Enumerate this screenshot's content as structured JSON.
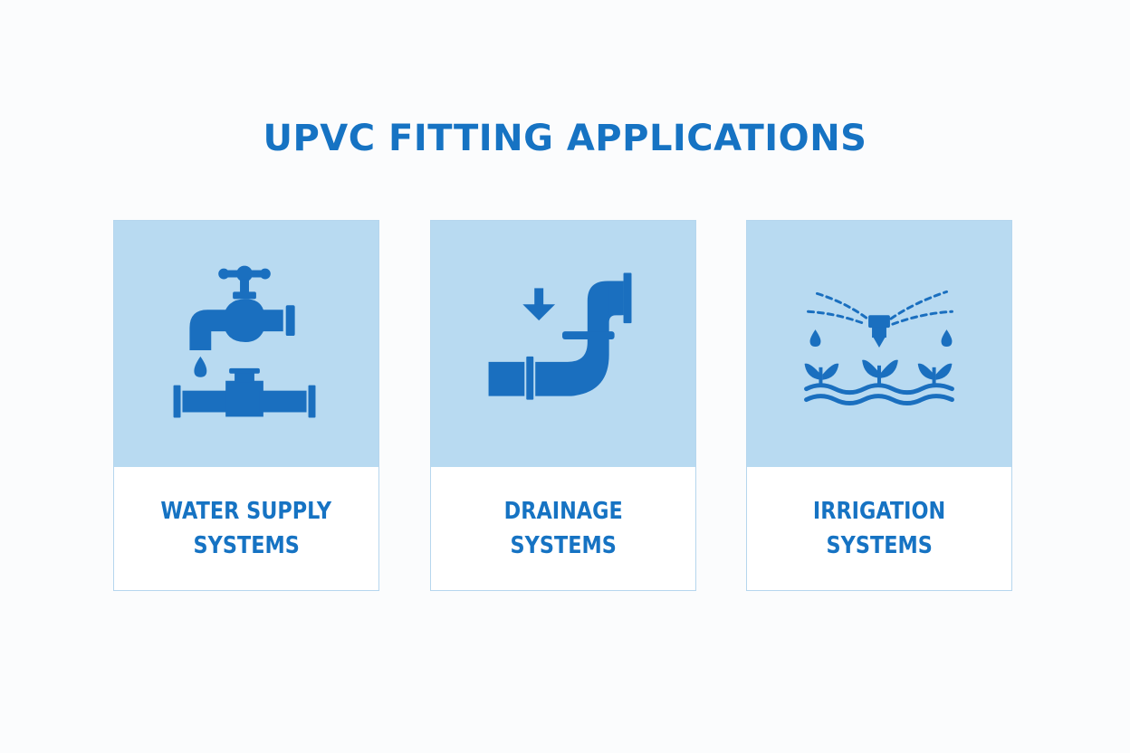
{
  "title": "UPVC FITTING APPLICATIONS",
  "colors": {
    "accent": "#1673c3",
    "icon_fill": "#1a6fbf",
    "panel": "#b8daf1",
    "border": "#b6d6ee",
    "background": "#fbfcfd"
  },
  "cards": [
    {
      "icon": "faucet-pipe-icon",
      "label_line1": "WATER SUPPLY",
      "label_line2": "SYSTEMS"
    },
    {
      "icon": "drain-elbow-pipe-icon",
      "label_line1": "DRAINAGE",
      "label_line2": "SYSTEMS"
    },
    {
      "icon": "sprinkler-plants-icon",
      "label_line1": "IRRIGATION",
      "label_line2": "SYSTEMS"
    }
  ]
}
